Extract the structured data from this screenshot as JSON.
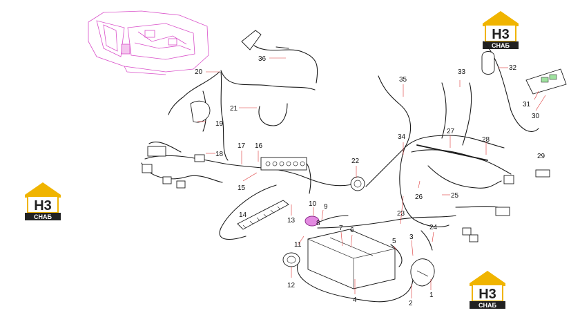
{
  "logo": {
    "mark": "H3",
    "word": "СНАБ",
    "accent": "#f0b400",
    "dark": "#222222"
  },
  "callouts": [
    "1",
    "2",
    "3",
    "4",
    "5",
    "6",
    "7",
    "8",
    "9",
    "10",
    "11",
    "12",
    "13",
    "14",
    "15",
    "16",
    "17",
    "18",
    "19",
    "20",
    "21",
    "22",
    "23",
    "24",
    "25",
    "26",
    "27",
    "28",
    "29",
    "30",
    "31",
    "32",
    "33",
    "34",
    "35",
    "36"
  ],
  "colors": {
    "line": "#1a1a1a",
    "inset": "#d94fc9",
    "highlight": "#c040c0"
  }
}
